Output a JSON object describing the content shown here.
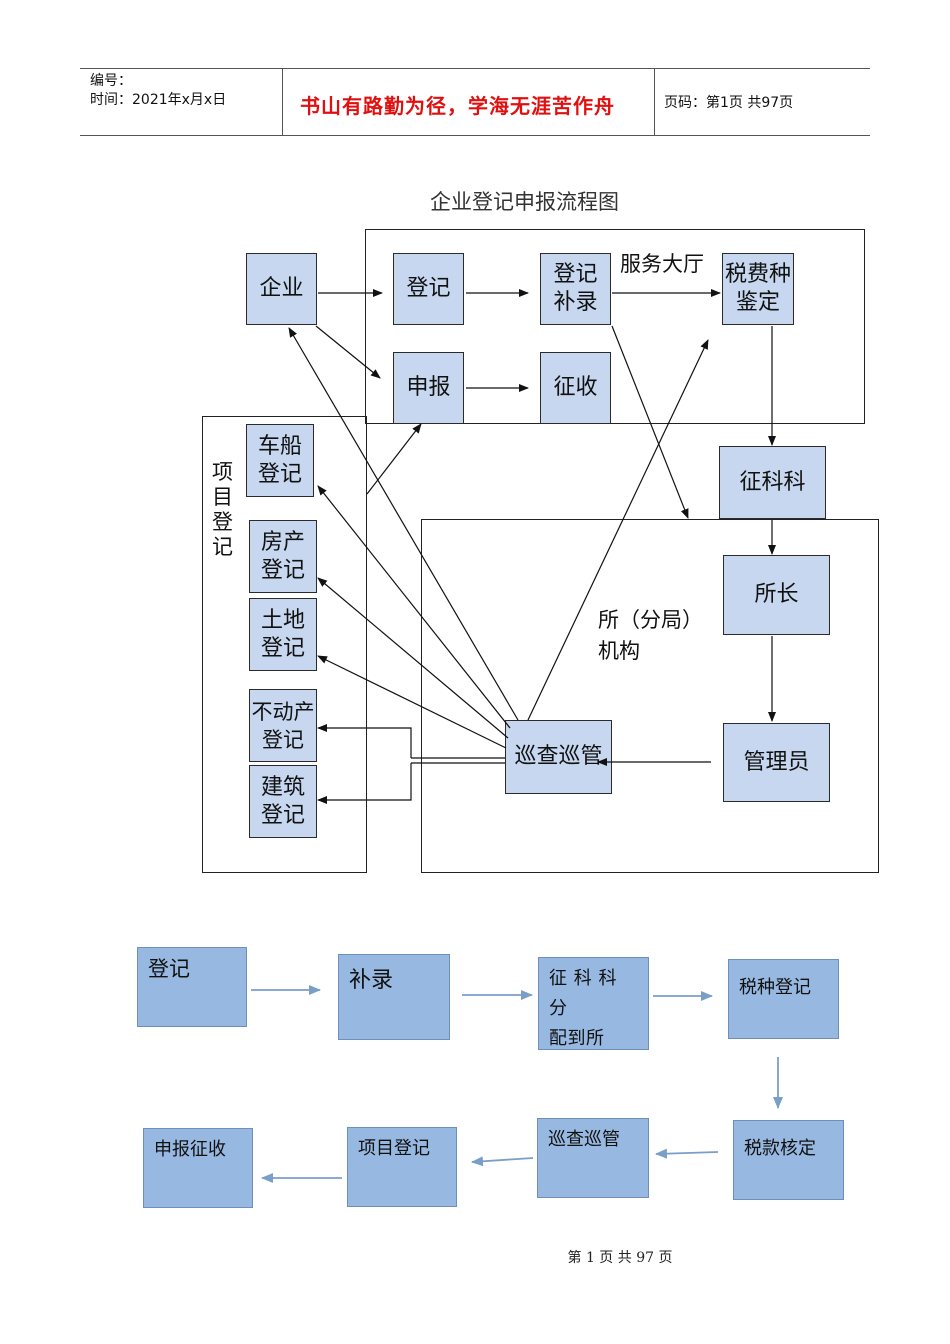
{
  "header": {
    "number_label": "编号：",
    "time_label": "时间：2021年x月x日",
    "motto": "书山有路勤为径，学海无涯苦作舟",
    "page_info": "页码：第1页  共97页"
  },
  "diagram1": {
    "title": "企业登记申报流程图",
    "hall_label": "服务大厅",
    "project_label": "项目登记",
    "office_label": "所（分局）\n机构",
    "nodes": {
      "enterprise": "企业",
      "register": "登记",
      "register_supplement": "登记\n补录",
      "tax_type": "税费种\n鉴定",
      "declare": "申报",
      "collect": "征收",
      "collection_section": "征科科",
      "director": "所长",
      "manager": "管理员",
      "inspection": "巡查巡管",
      "vehicle_ship": "车船\n登记",
      "housing": "房产\n登记",
      "land": "土地\n登记",
      "real_estate": "不动产\n登记",
      "construction": "建筑\n登记"
    }
  },
  "diagram2": {
    "nodes": {
      "register": "登记",
      "supplement": "补录",
      "assign": "征 科 科 分\n配到所",
      "tax_register": "税种登记",
      "tax_verify": "税款核定",
      "inspection": "巡查巡管",
      "project_register": "项目登记",
      "declare_collect": "申报征收"
    }
  },
  "footer": {
    "page_text": "第 1 页 共 97 页"
  }
}
